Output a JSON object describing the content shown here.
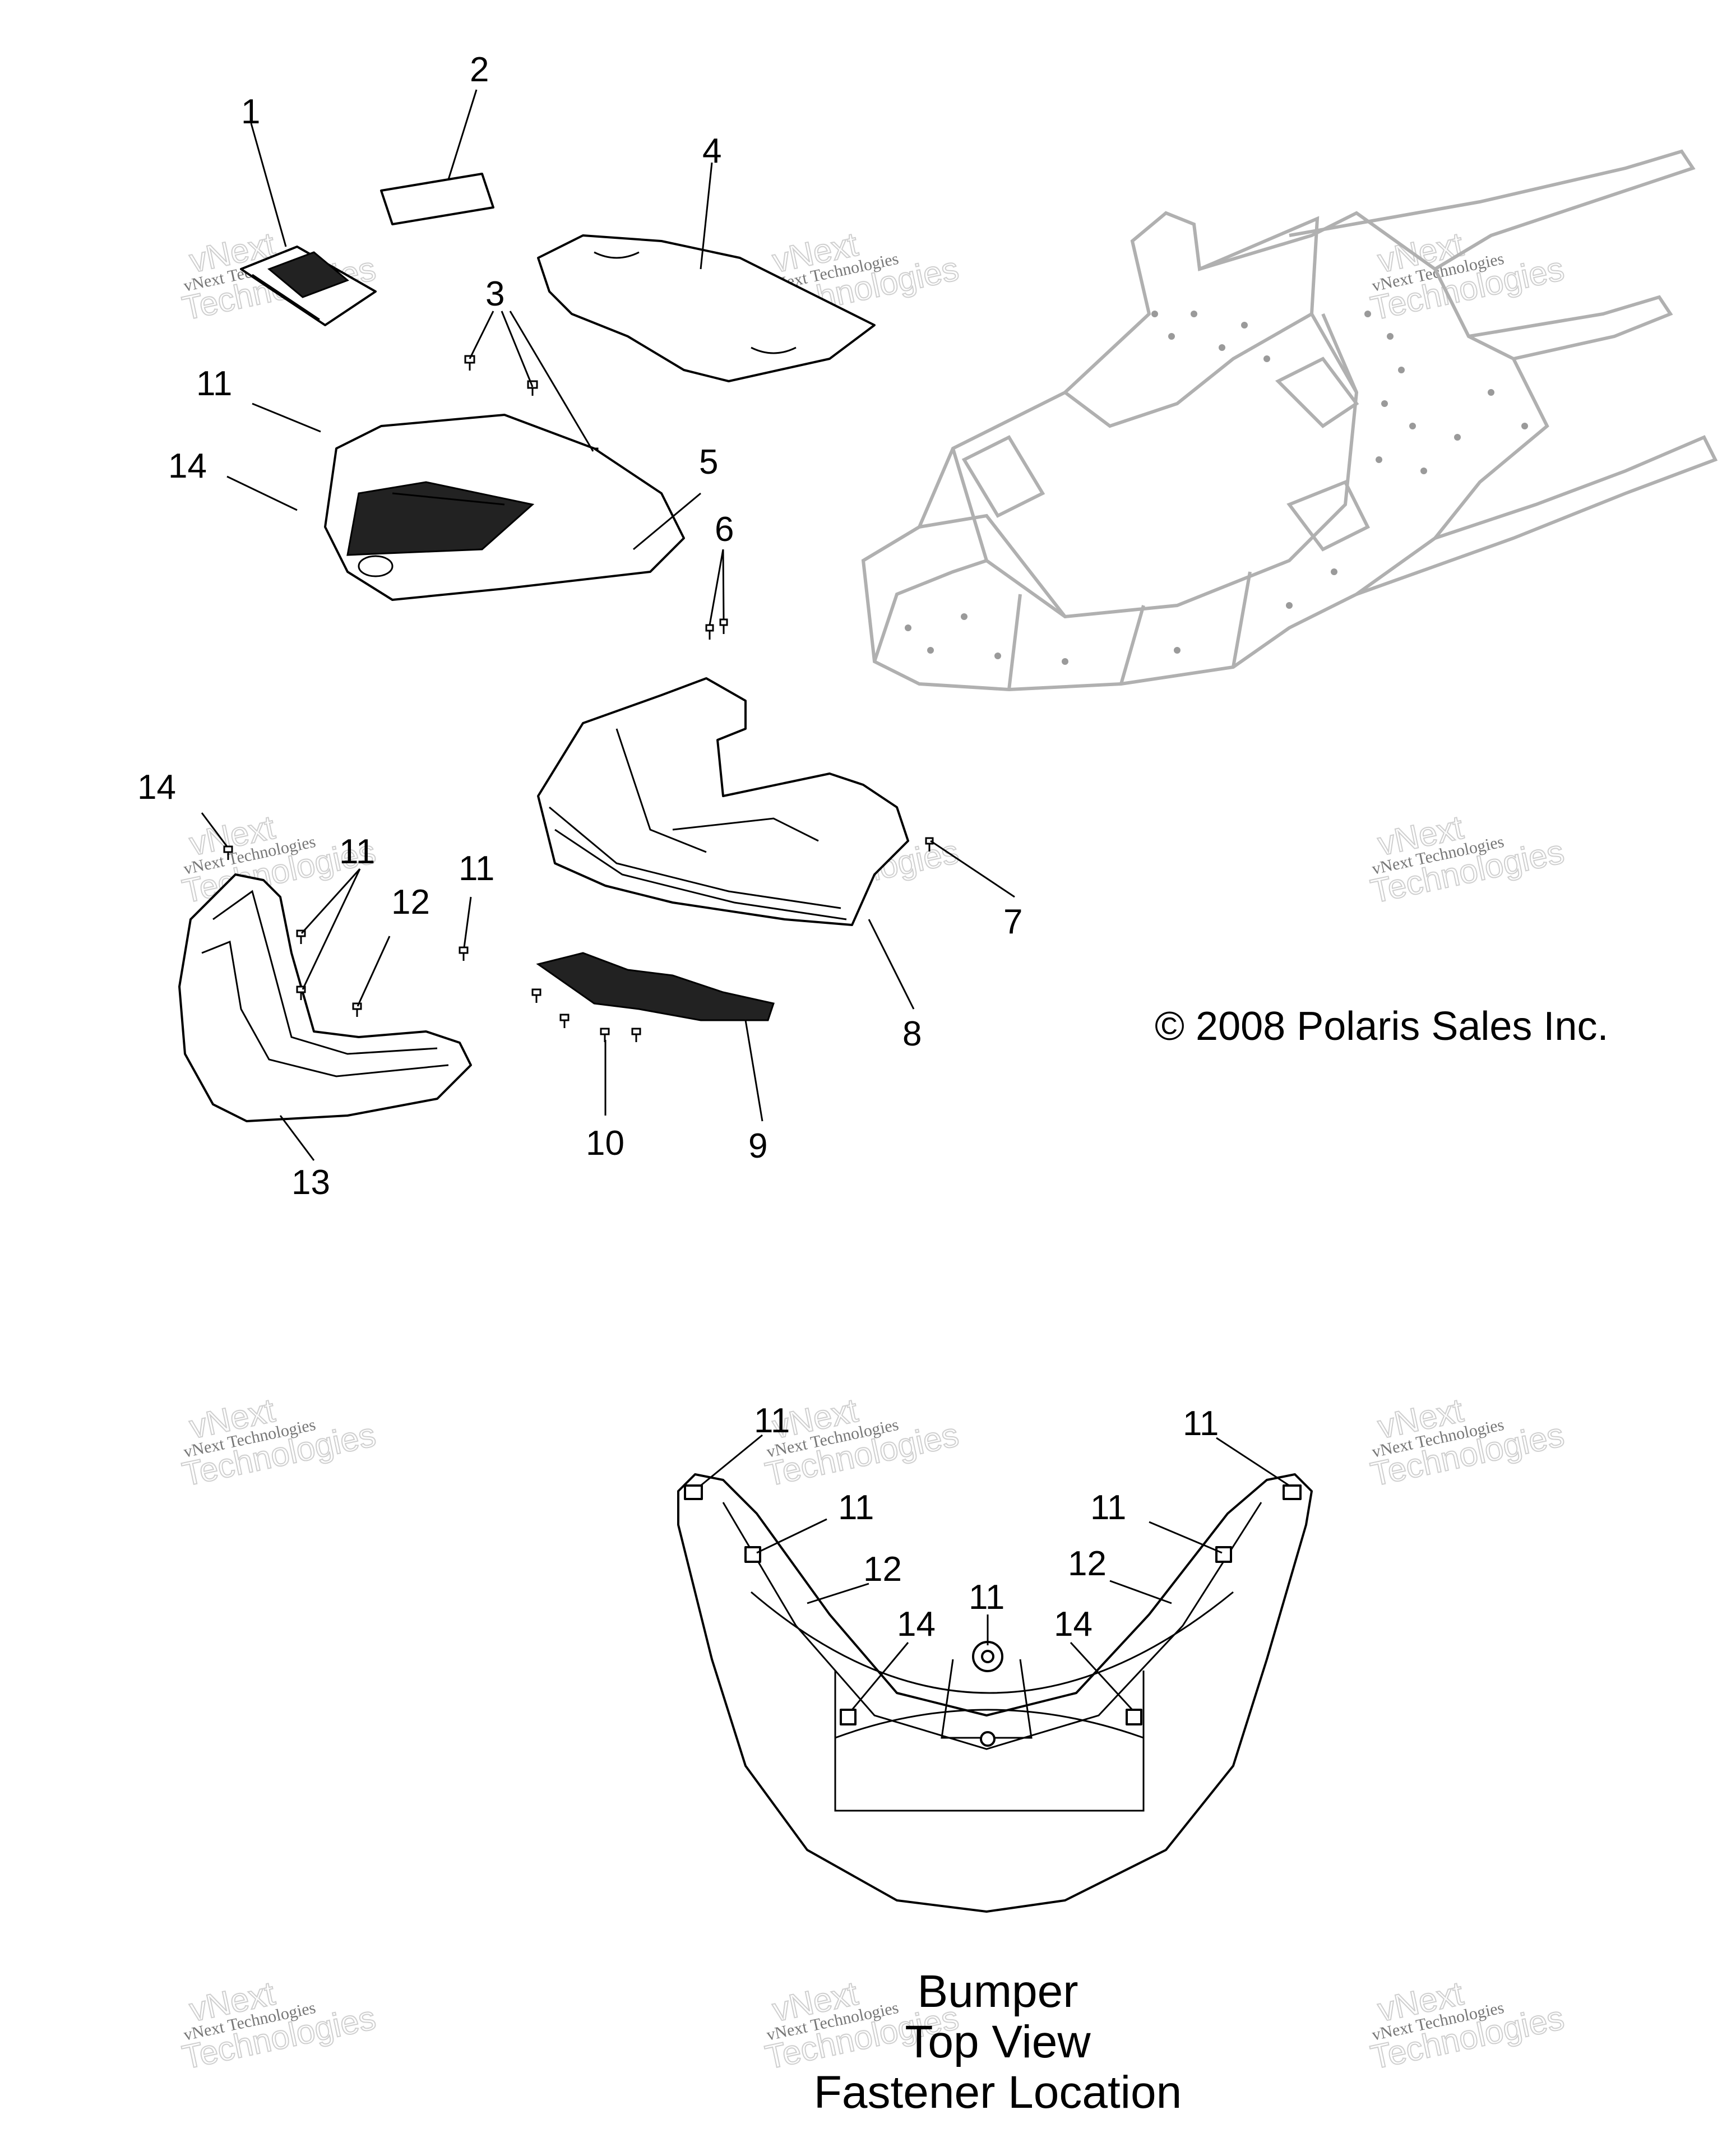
{
  "callouts": {
    "c1": "1",
    "c2": "2",
    "c3": "3",
    "c4": "4",
    "c5": "5",
    "c6": "6",
    "c7": "7",
    "c8": "8",
    "c9": "9",
    "c10": "10",
    "c11a": "11",
    "c14a": "14",
    "c14b": "14",
    "c11b": "11",
    "c12a": "12",
    "c11c": "11",
    "c13": "13"
  },
  "top_view_callouts": {
    "t11_left_top": "11",
    "t11_right_top": "11",
    "t11_left_mid": "11",
    "t11_right_mid": "11",
    "t12_left": "12",
    "t12_right": "12",
    "t11_center": "11",
    "t14_left": "14",
    "t14_right": "14"
  },
  "copyright": "© 2008 Polaris Sales Inc.",
  "caption": {
    "line1": "Bumper",
    "line2": "Top View",
    "line3": "Fastener Location"
  },
  "watermark": {
    "line1": "vNext Technologies",
    "line2": "Technologies",
    "line0": "vNext"
  }
}
